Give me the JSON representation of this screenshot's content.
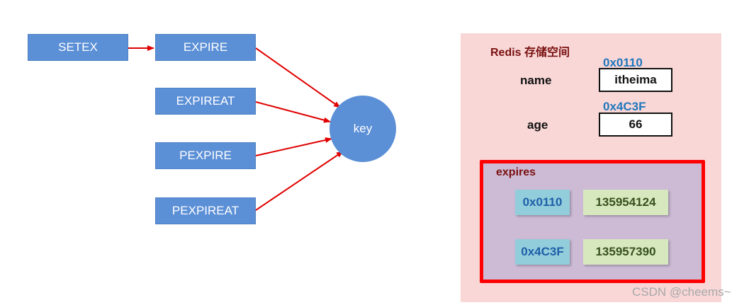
{
  "commands": [
    "SETEX",
    "EXPIRE",
    "EXPIREAT",
    "PEXPIRE",
    "PEXPIREAT"
  ],
  "key_label": "key",
  "redis": {
    "title": "Redis 存储空间",
    "fields": [
      {
        "label": "name",
        "address": "0x0110",
        "value": "itheima"
      },
      {
        "label": "age",
        "address": "0x4C3F",
        "value": "66"
      }
    ],
    "expires": {
      "title": "expires",
      "rows": [
        {
          "address": "0x0110",
          "value": "135954124"
        },
        {
          "address": "0x4C3F",
          "value": "135957390"
        }
      ]
    }
  },
  "watermark": "CSDN @cheems~",
  "colors": {
    "command_box": "#5b8fd6",
    "arrow": "#e00000",
    "redis_panel": "#f9d7d7",
    "expires_border": "#ff0000",
    "expires_panel": "#cdbbd6",
    "address_text": "#1f77bd"
  }
}
